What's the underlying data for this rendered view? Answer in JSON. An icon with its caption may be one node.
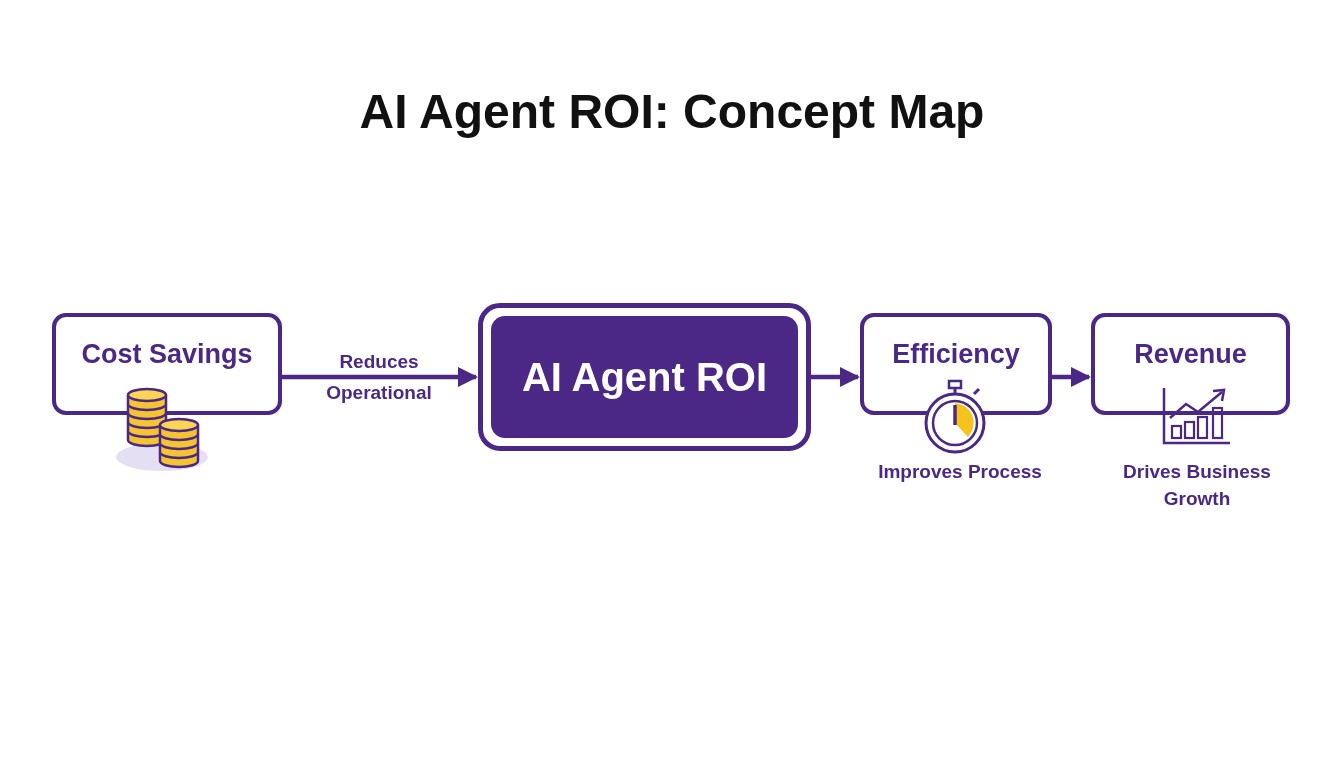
{
  "diagram": {
    "title": "AI Agent ROI: Concept Map",
    "nodes": [
      {
        "text": [
          "Cost Savings"
        ]
      },
      {
        "text": [
          "AI Agent ROI"
        ]
      },
      {
        "text": [
          "Efficiency"
        ],
        "beside": [
          "Improves Process"
        ]
      },
      {
        "text": [
          "Revenue"
        ],
        "beside": [
          "Drives Business Growth"
        ]
      }
    ],
    "edges": [
      {
        "from": 0,
        "to": 1,
        "arrow": "to",
        "label": "Reduces Operational"
      },
      {
        "from": 1,
        "to": 2,
        "arrow": "to"
      },
      {
        "from": 2,
        "to": 3,
        "arrow": "to"
      }
    ]
  }
}
